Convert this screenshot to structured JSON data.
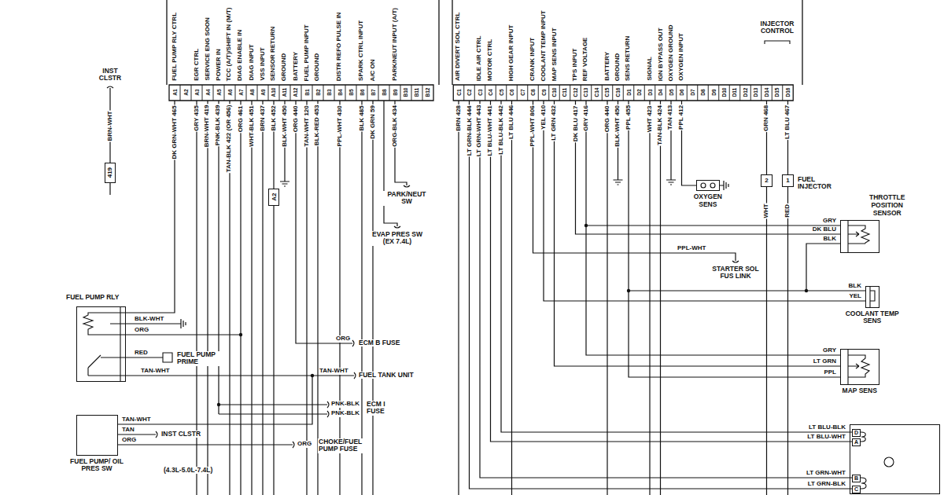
{
  "diagram": {
    "nodes": [
      {
        "text": [
          "FUEL PUMP RLY"
        ]
      },
      {
        "text": [
          "FUEL PUMP/ OIL PRES SW"
        ]
      },
      {
        "text": [
          "OXYGEN SENS"
        ]
      },
      {
        "text": [
          "THROTTLE POSITION SENSOR"
        ]
      },
      {
        "text": [
          "COOLANT TEMP SENS"
        ]
      },
      {
        "text": [
          "MAP SENS"
        ]
      },
      {
        "text": [
          "D",
          "A",
          "B",
          "C"
        ]
      },
      {
        "text": [
          "419"
        ]
      },
      {
        "text": [
          "A2"
        ]
      },
      {
        "text": [
          "2"
        ]
      },
      {
        "text": [
          "1"
        ]
      }
    ],
    "edges": [
      {
        "from": 0,
        "to": 1,
        "arrow": "none"
      },
      {
        "from": 3,
        "to": 4,
        "arrow": "none"
      }
    ],
    "labels": [
      "FUEL PUMP RLY CTRL",
      "EGR CTRL",
      "SERVICE ENG SOON",
      "POWER IN",
      "TCC (A/T)/SHIFT IN (M/T)",
      "DIAG ENABLE IN",
      "DIAG INPUT",
      "VSS INPUT",
      "SENSOR RETURN",
      "GROUND",
      "BATTERY",
      "FUEL PUMP INPUT",
      "GROUND",
      "DISTR REFO PULSE IN",
      "SPARK CTRL INPUT",
      "A/C ON",
      "PARK/NEUT INPUT (A/T)",
      "AIR DIVERT SOL CTRL",
      "IDLE AIR CTRL",
      "MOTOR CTRL",
      "HIGH GEAR INPUT",
      "CRANK INPUT",
      "COOLANT TEMP INPUT",
      "MAP SENS INPUT",
      "TPS INPUT",
      "REF VOLTAGE",
      "BATTERY",
      "GROUND",
      "SENS RETURN",
      "SIGNAL",
      "IGN BYPASS OUT",
      "OXYGEN GROUND",
      "OXYGEN INPUT",
      "INJECTOR CONTROL",
      "A1",
      "A2",
      "A3",
      "A4",
      "A5",
      "A6",
      "A7",
      "A8",
      "A9",
      "A10",
      "A11",
      "A12",
      "B1",
      "B2",
      "B3",
      "B4",
      "B5",
      "B6",
      "B7",
      "B8",
      "B9",
      "B10",
      "B11",
      "B12",
      "C1",
      "C2",
      "C3",
      "C4",
      "C5",
      "C6",
      "C7",
      "C8",
      "C9",
      "C10",
      "C11",
      "C12",
      "C13",
      "C14",
      "C15",
      "C16",
      "D1",
      "D2",
      "D3",
      "D4",
      "D5",
      "D6",
      "D7",
      "D8",
      "D9",
      "D10",
      "D11",
      "D12",
      "D13",
      "D14",
      "D15",
      "D16",
      "DK GRN-WHT 465",
      "GRY 435",
      "BRN-WHT 419",
      "PNK-BLK 439",
      "TAN-BLK 422 (OR 456)",
      "ORG 461",
      "WHT-BLK 451",
      "BRN 437",
      "BLK 452",
      "BLK-WHT 450",
      "ORG 440",
      "TAN-WHT 120",
      "BLK-RED 453",
      "PPL-WHT 430",
      "BLK 485",
      "DK GRN 59",
      "ORG-BLK 434",
      "BRN 428",
      "LT GRN-BLK 444",
      "LT GRN-WHT 443",
      "LT BLU-WHT 441",
      "LT BLU-BLK 442",
      "LT BLU 446",
      "PPL-WHT 806",
      "YEL 410",
      "LT GRN 432",
      "DK BLU 417",
      "GRY 416",
      "ORG 440",
      "BLK-WHT 450",
      "PPL 455",
      "WHT 423",
      "TAN-BLK 424",
      "TAN 413",
      "PPL 412",
      "GRN 468",
      "LT BLU 467",
      "INST CLSTR",
      "BRN-WHT",
      "PARK/NEUT SW",
      "EVAP PRES SW (EX 7.4L)",
      "WHT",
      "RED",
      "FUEL INJECTOR",
      "GRY",
      "DK BLU",
      "BLK",
      "PPL-WHT",
      "STARTER SOL FUS LINK",
      "BLK",
      "YEL",
      "ORG",
      "ECM B FUSE",
      "GRY",
      "LT GRN",
      "PPL",
      "BLK-WHT",
      "ORG",
      "RED",
      "FUEL PUMP PRIME",
      "TAN-WHT",
      "TAN-WHT",
      "FUEL TANK UNIT",
      "PNK-BLK",
      "PNK-BLK",
      "ECM I FUSE",
      "TAN-WHT",
      "TAN",
      "INST CLSTR",
      "ORG",
      "ORG",
      "CHOKE/FUEL PUMP FUSE",
      "(4.3L-5.0L-7.4L)",
      "LT BLU-BLK",
      "LT BLU-WHT",
      "LT GRN-WHT",
      "LT GRN-BLK"
    ]
  }
}
